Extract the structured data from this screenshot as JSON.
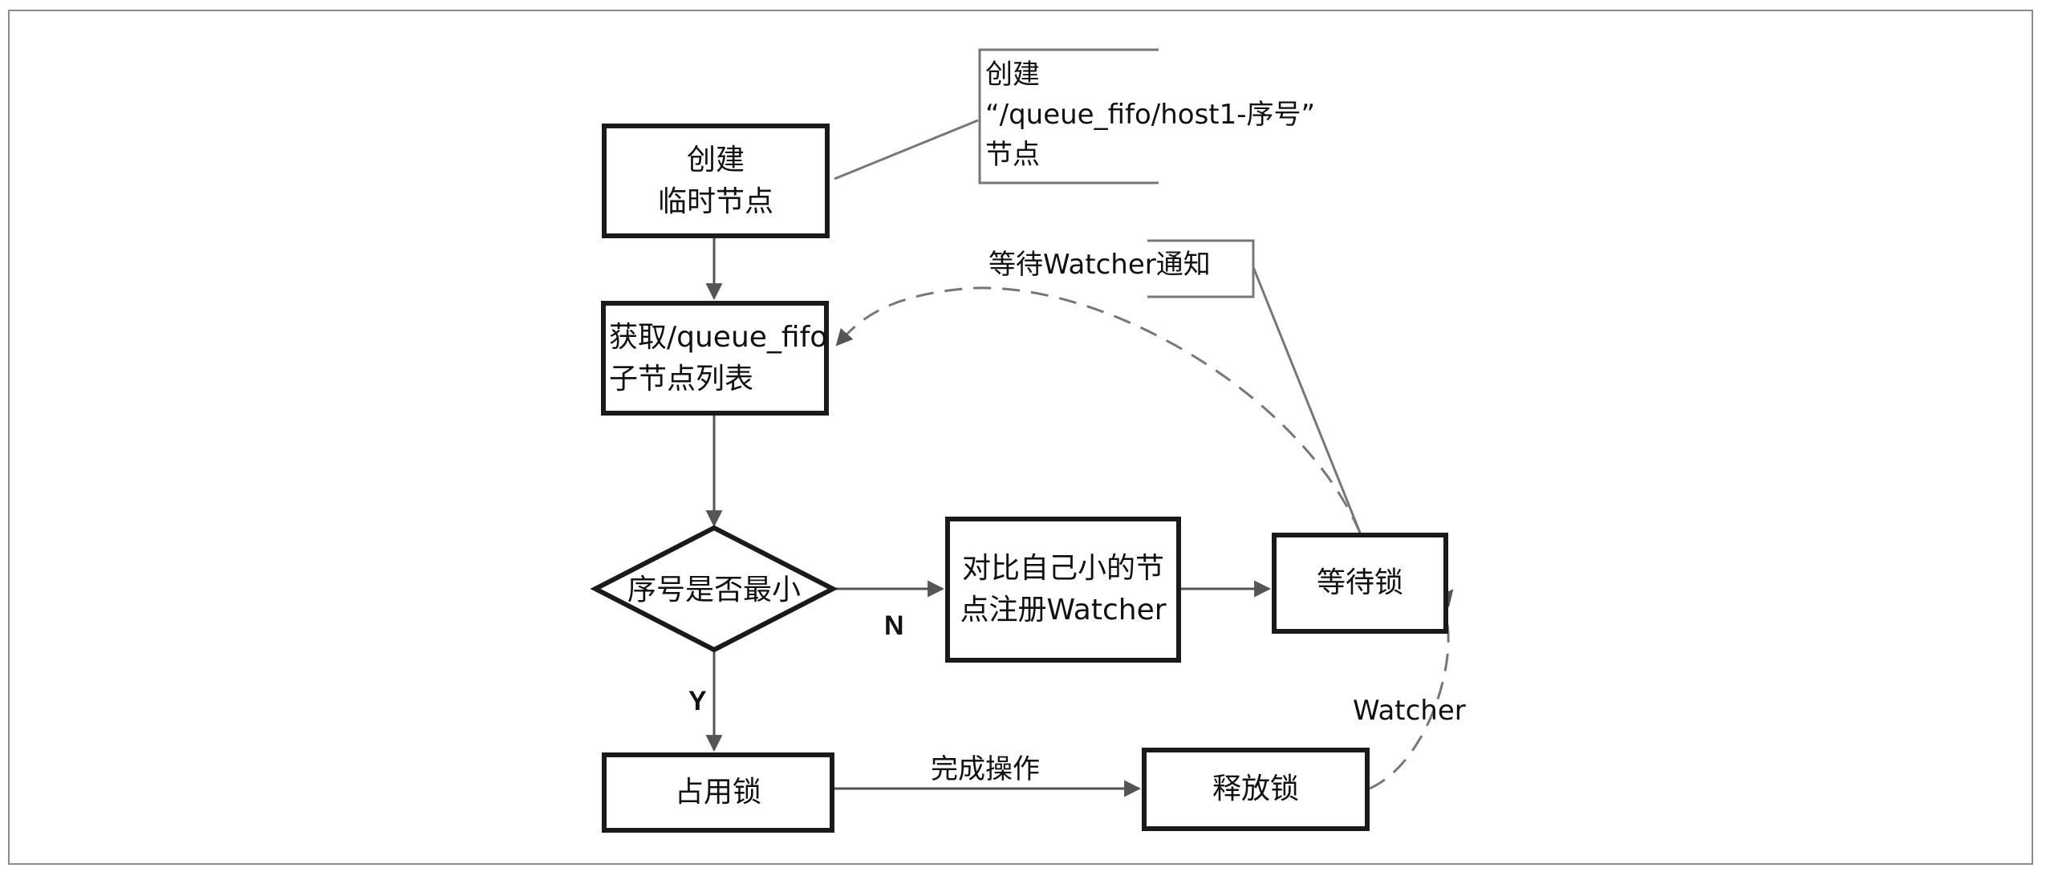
{
  "boxes": {
    "create_node": [
      "创建",
      "临时节点"
    ],
    "get_children": [
      "获取/queue_fifo",
      "子节点列表"
    ],
    "decision": "序号是否最小",
    "register_watcher": [
      "对比自己小的节",
      "点注册Watcher"
    ],
    "wait_lock": "等待锁",
    "hold_lock": "占用锁",
    "release_lock": "释放锁"
  },
  "notes": {
    "create_note": [
      "创建",
      "“/queue_fifo/host1-序号”",
      "节点"
    ],
    "watcher_note": "等待Watcher通知"
  },
  "edge_labels": {
    "no": "N",
    "yes": "Y",
    "done": "完成操作",
    "watcher": "Watcher"
  }
}
